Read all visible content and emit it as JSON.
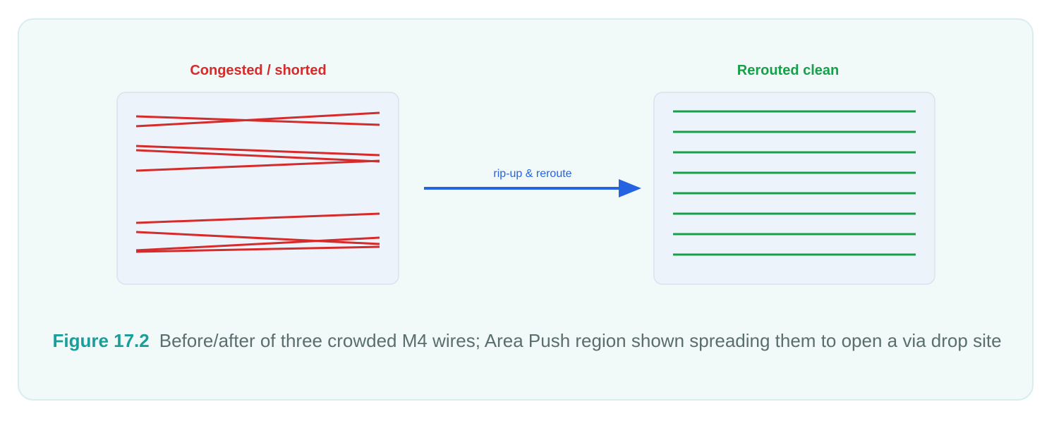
{
  "left_panel": {
    "title": "Congested / shorted",
    "wire_color": "#d62b2b"
  },
  "right_panel": {
    "title": "Rerouted clean",
    "wire_color": "#17a04a"
  },
  "arrow": {
    "label": "rip-up & reroute",
    "color": "#2563e0"
  },
  "caption": {
    "figure_number": "Figure 17.2",
    "text": "Before/after of three crowded M4 wires; Area Push region shown spreading them to open a via drop site"
  },
  "colors": {
    "card_background": "#f2f9f9",
    "panel_background": "#edf3fb",
    "figure_number": "#1a9e9a",
    "caption_text": "#5a6e6e"
  }
}
